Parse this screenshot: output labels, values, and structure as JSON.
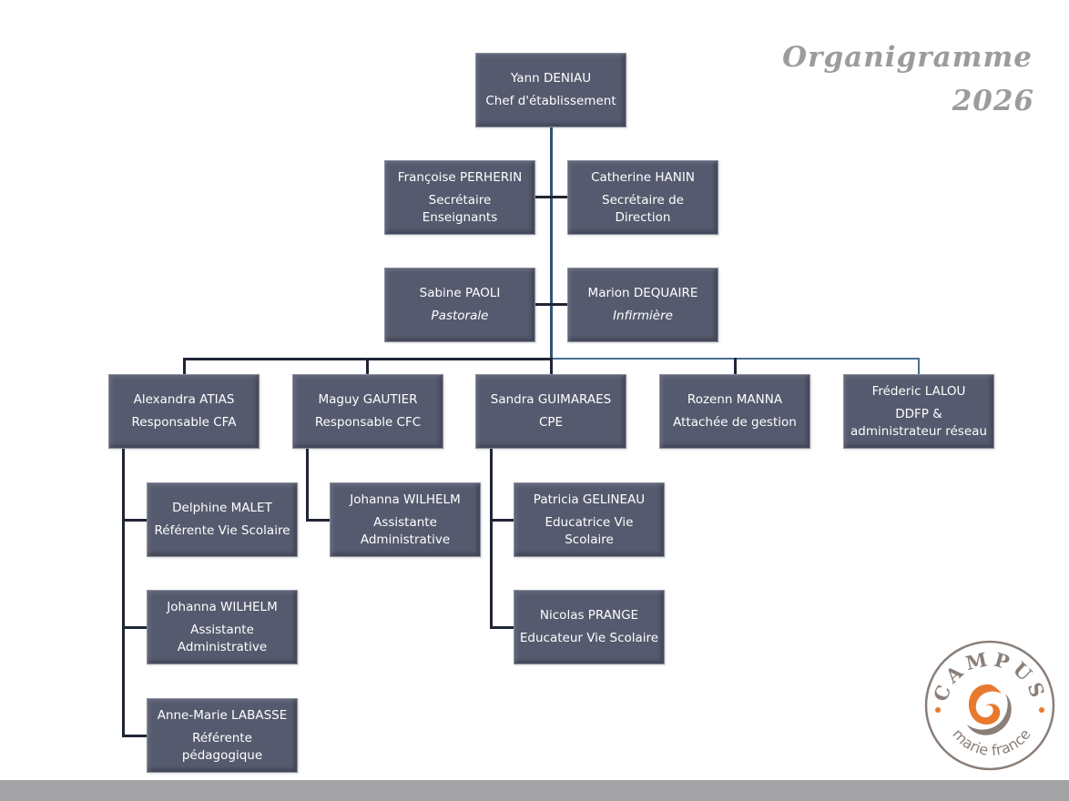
{
  "title": {
    "line1": "Organigramme",
    "line2": "2026"
  },
  "nodes": {
    "director": {
      "name": "Yann DENIAU",
      "role": "Chef d'établissement"
    },
    "secretary_teachers": {
      "name": "Françoise PERHERIN",
      "role": "Secrétaire\nEnseignants"
    },
    "secretary_direction": {
      "name": "Catherine HANIN",
      "role": "Secrétaire de\nDirection"
    },
    "pastorale": {
      "name": "Sabine PAOLI",
      "role": "Pastorale"
    },
    "nurse": {
      "name": "Marion DEQUAIRE",
      "role": "Infirmière"
    },
    "cfa": {
      "name": "Alexandra ATIAS",
      "role": "Responsable CFA"
    },
    "cfc": {
      "name": "Maguy GAUTIER",
      "role": "Responsable CFC"
    },
    "cpe": {
      "name": "Sandra GUIMARAES",
      "role": "CPE"
    },
    "gestion": {
      "name": "Rozenn MANNA",
      "role": "Attachée de gestion"
    },
    "ddfp": {
      "name": "Fréderic LALOU",
      "role": "DDFP &\nadministrateur réseau"
    },
    "cfa_vie_scolaire": {
      "name": "Delphine MALET",
      "role": "Référente Vie Scolaire"
    },
    "cfa_assistante": {
      "name": "Johanna WILHELM",
      "role": "Assistante\nAdministrative"
    },
    "cfa_pedagogique": {
      "name": "Anne-Marie LABASSE",
      "role": "Référente\npédagogique"
    },
    "cfc_assistante": {
      "name": "Johanna WILHELM",
      "role": "Assistante\nAdministrative"
    },
    "cpe_educatrice": {
      "name": "Patricia GELINEAU",
      "role": "Educatrice Vie\nScolaire"
    },
    "cpe_educateur": {
      "name": "Nicolas PRANGE",
      "role": "Educateur Vie Scolaire"
    }
  },
  "logo": {
    "top_text": "CAMPUS",
    "bottom_text": "marie france"
  },
  "colors": {
    "box": "#555a6e",
    "line": "#1f2535",
    "trunk": "#2f5577",
    "title": "#9c9c9c",
    "logo_orange": "#e87a2e",
    "logo_gray": "#8a7f78",
    "footer": "#a3a3a6"
  }
}
